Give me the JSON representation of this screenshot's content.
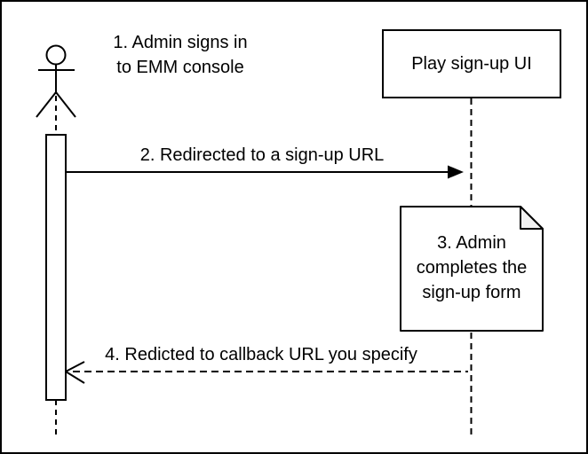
{
  "diagram": {
    "type": "sequence-diagram",
    "participants": {
      "actor": "admin-actor",
      "play_signup_ui": "Play sign-up UI"
    },
    "messages": {
      "step1_line1": "1. Admin signs in",
      "step1_line2": "to EMM console",
      "step2": "2. Redirected to a sign-up URL",
      "step3_line1": "3. Admin",
      "step3_line2": "completes the",
      "step3_line3": "sign-up form",
      "step4": "4. Redicted to callback URL you specify"
    },
    "colors": {
      "line": "#000000",
      "background": "#ffffff",
      "note_fill": "#ffffff",
      "note_fold": "#f2f2f2"
    }
  }
}
